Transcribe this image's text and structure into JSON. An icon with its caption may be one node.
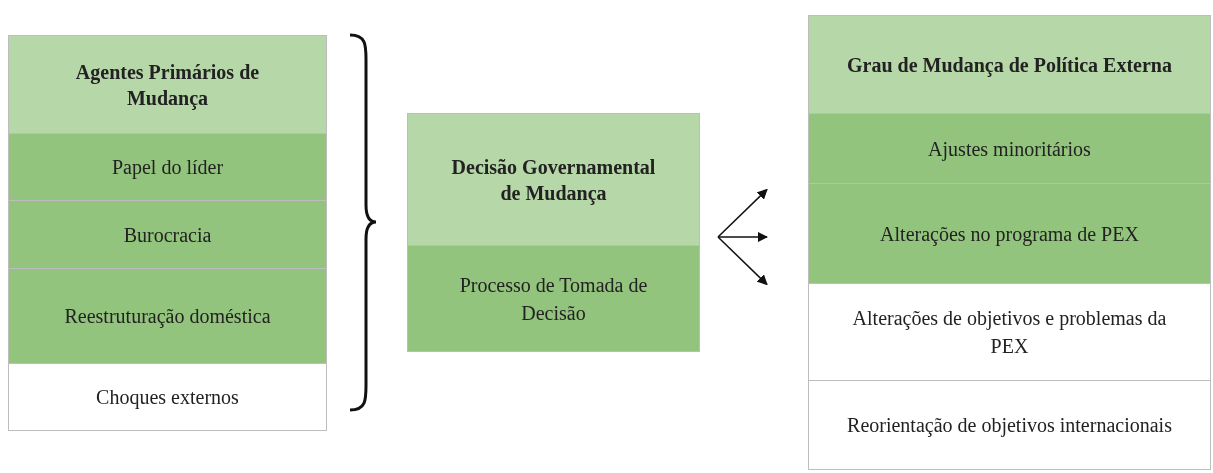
{
  "diagram": {
    "nodes": [
      {
        "text": [
          "Agentes Primários de Mudança"
        ]
      },
      {
        "text": [
          "Papel do líder"
        ],
        "in": 0
      },
      {
        "text": [
          "Burocracia"
        ],
        "in": 0
      },
      {
        "text": [
          "Reestruturação doméstica"
        ],
        "in": 0
      },
      {
        "text": [
          "Choques externos"
        ],
        "in": 0
      },
      {
        "text": [
          "Decisão Governamental de Mudança"
        ]
      },
      {
        "text": [
          "Processo de Tomada de Decisão"
        ],
        "in": 5
      },
      {
        "text": [
          "Grau de Mudança de Política Externa"
        ]
      },
      {
        "text": [
          "Ajustes minoritários"
        ],
        "in": 7
      },
      {
        "text": [
          "Alterações no programa de PEX"
        ],
        "in": 7
      },
      {
        "text": [
          "Alterações de objetivos e problemas da PEX"
        ],
        "in": 7
      },
      {
        "text": [
          "Reorientação de objetivos internacionais"
        ],
        "in": 7
      }
    ],
    "edges": [
      {
        "from": 5,
        "to": 7,
        "arrow": "to"
      },
      {
        "from": 5,
        "to": 7,
        "arrow": "to"
      },
      {
        "from": 5,
        "to": 7,
        "arrow": "to"
      }
    ]
  }
}
